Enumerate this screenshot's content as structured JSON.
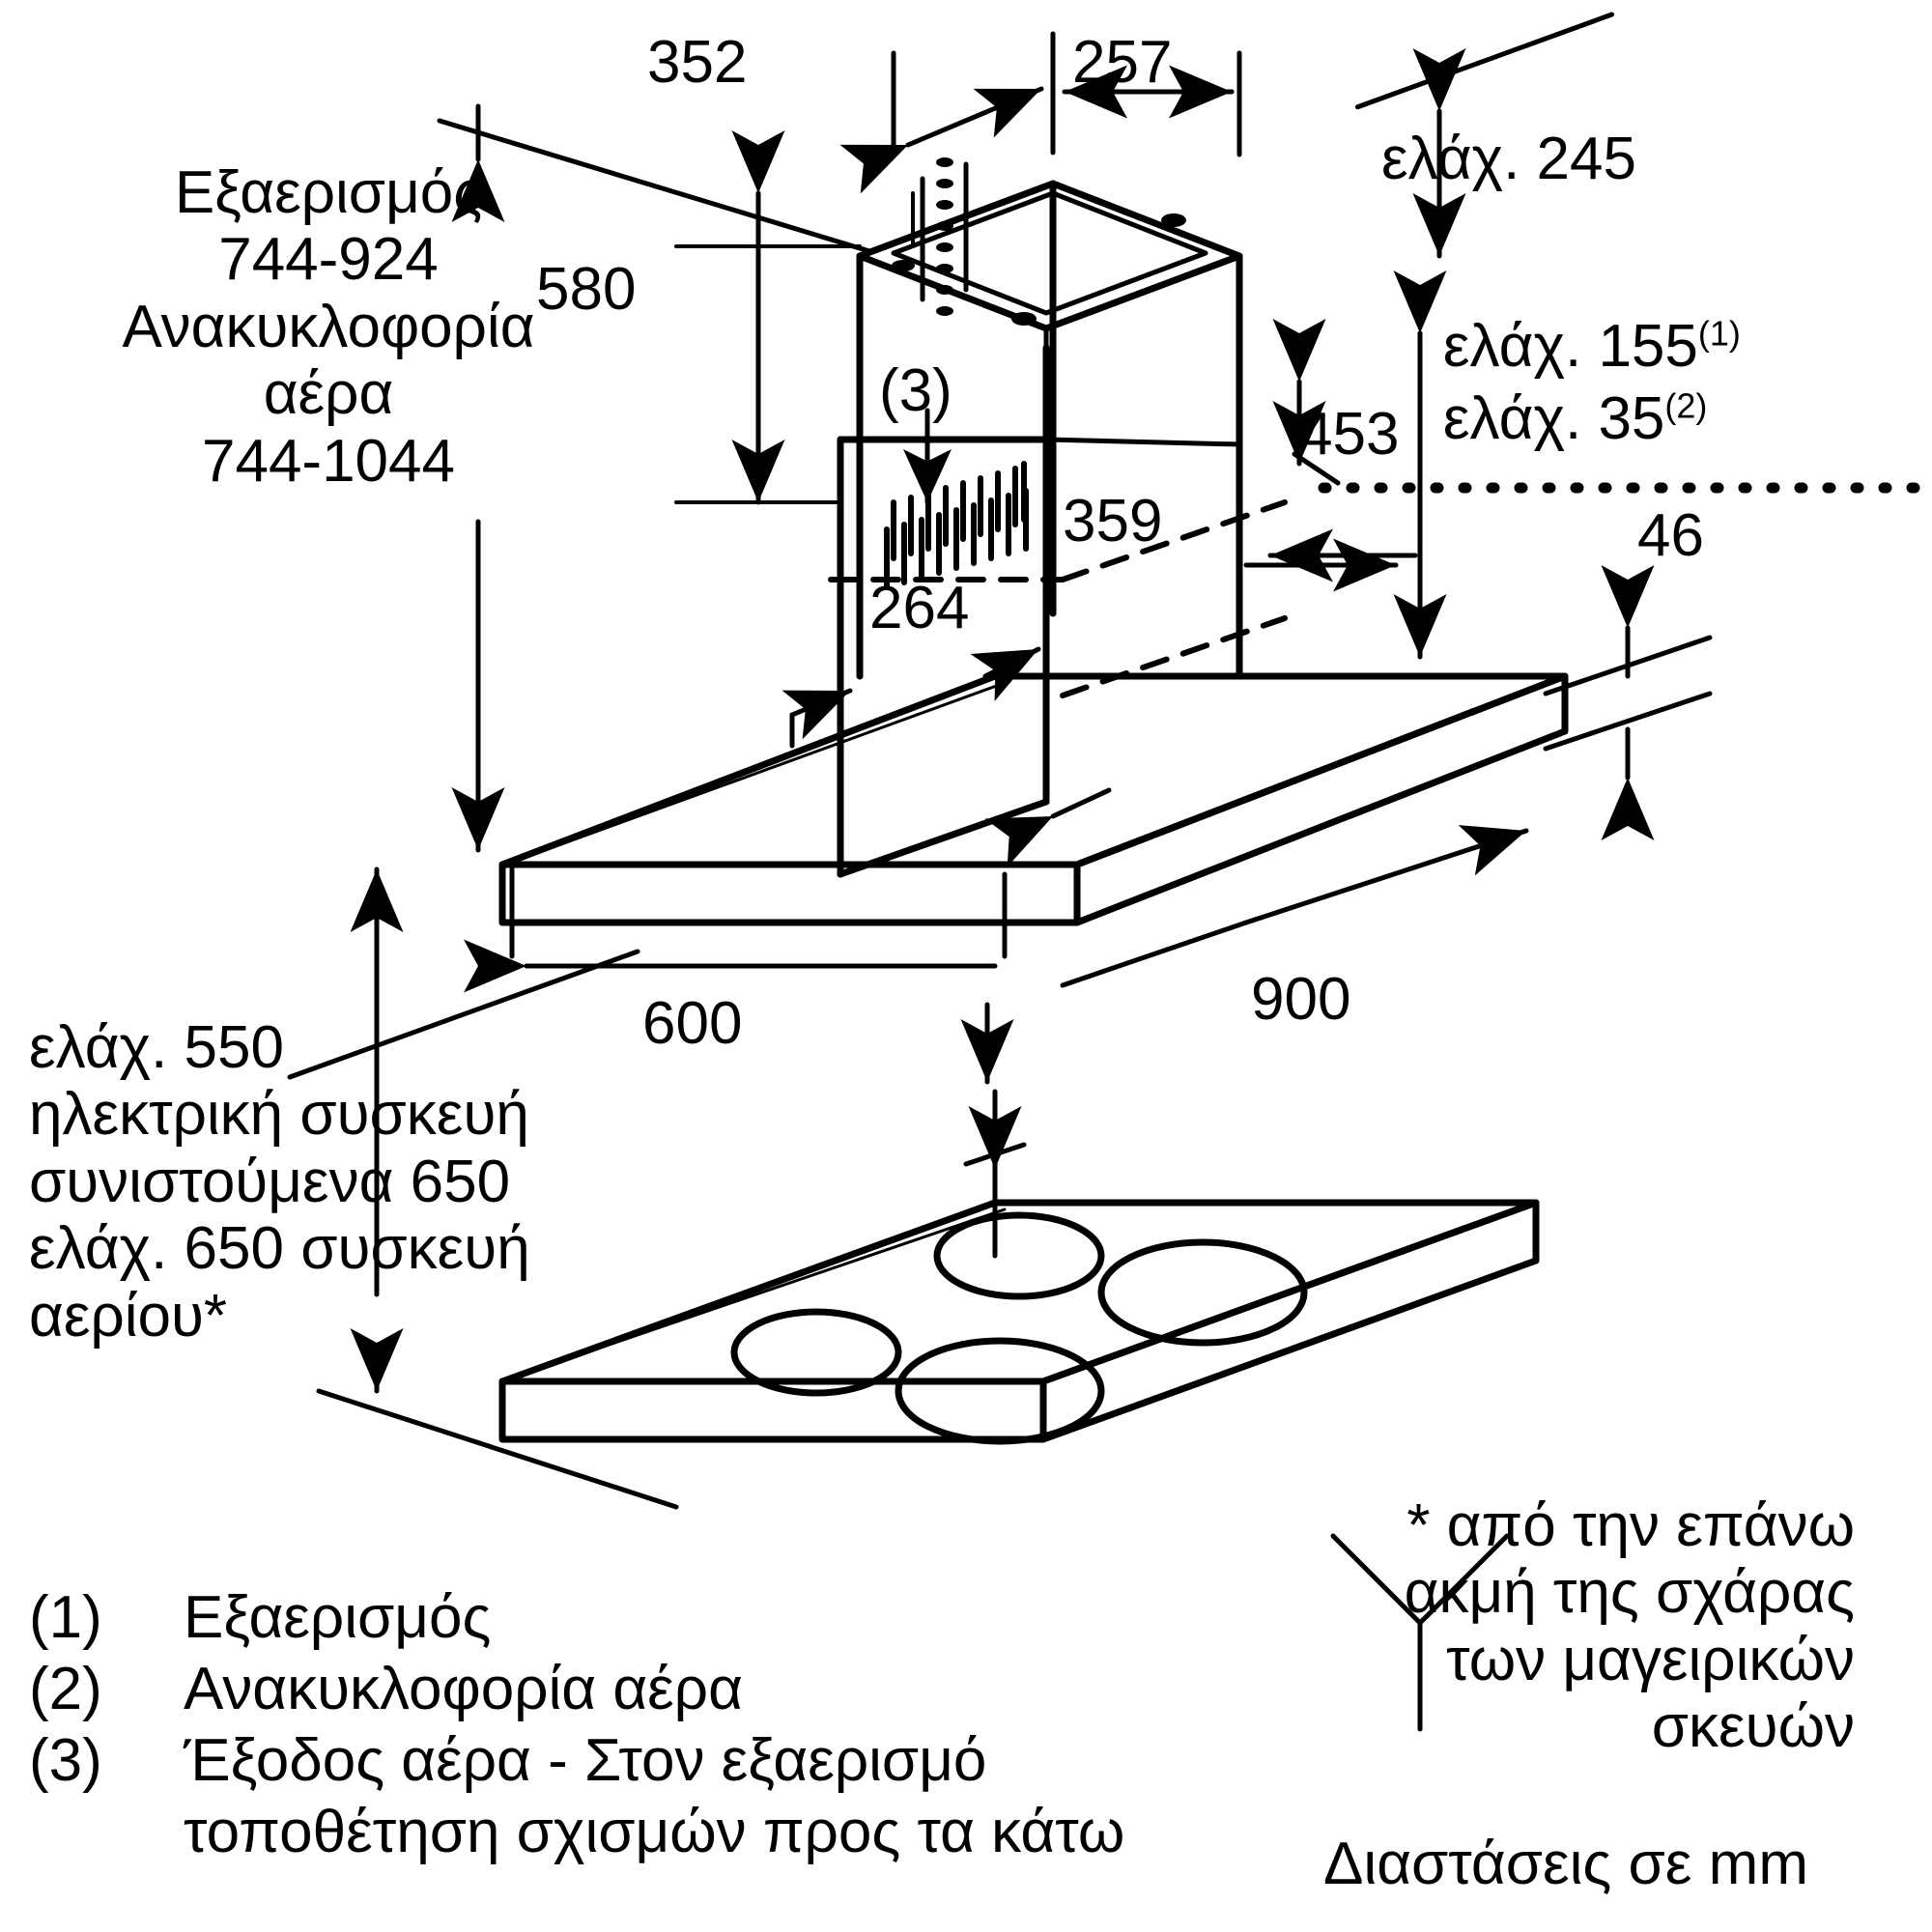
{
  "diagram": {
    "title": "Cooker hood installation dimension drawing",
    "units_note": "Διαστάσεις σε mm",
    "footnote_asterisk": "* από την επάνω\nακμή της σχάρας\nτων μαγειρικών\nσκευών"
  },
  "labels": {
    "exhaust_block": "Εξαερισμός\n744-924\nΑνακυκλοφορία\nαέρα\n744-1044",
    "dim_352": "352",
    "dim_257": "257",
    "dim_580": "580",
    "dim_min245": "ελάχ. 245",
    "dim_min155": "ελάχ. 155",
    "dim_min155_sup": "(1)",
    "dim_min35": "ελάχ. 35",
    "dim_min35_sup": "(2)",
    "dim_453": "453",
    "dim_359": "359",
    "dim_264": "264",
    "dim_46": "46",
    "dim_600": "600",
    "dim_900": "900",
    "callout_3": "(3)",
    "clearance_block": "ελάχ. 550\nηλεκτρική συσκευή\nσυνιστούμενα 650\nελάχ. 650 συσκευή\nαερίου*"
  },
  "legend": {
    "items": [
      {
        "key": "(1)",
        "text": "Εξαερισμός"
      },
      {
        "key": "(2)",
        "text": "Ανακυκλοφορία αέρα"
      },
      {
        "key": "(3)",
        "text": "Έξοδος αέρα - Στον εξαερισμό"
      },
      {
        "key": "",
        "text": "τοποθέτηση σχισμών προς τα κάτω"
      }
    ]
  },
  "colors": {
    "line": "#000000",
    "background": "#ffffff"
  }
}
